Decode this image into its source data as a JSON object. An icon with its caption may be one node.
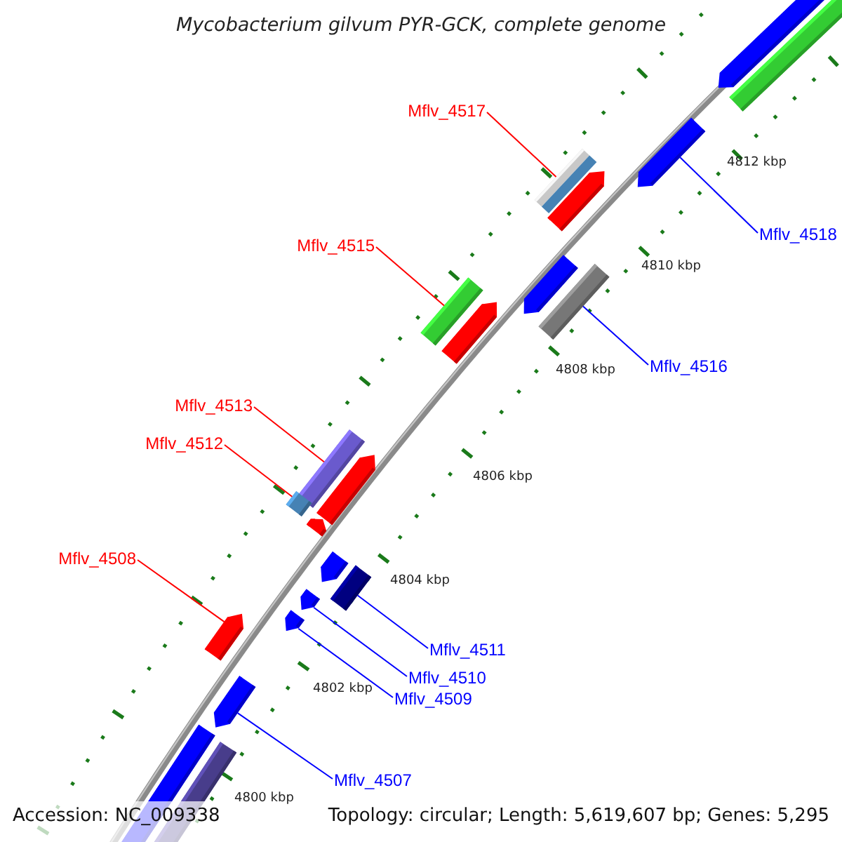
{
  "diagram": {
    "title": "Mycobacterium gilvum PYR-GCK, complete genome",
    "nodes": [
      {
        "text": [
          "Mflv_4517"
        ]
      },
      {
        "text": [
          "Mflv_4518"
        ]
      },
      {
        "text": [
          "Mflv_4515"
        ]
      },
      {
        "text": [
          "Mflv_4516"
        ]
      },
      {
        "text": [
          "Mflv_4513"
        ]
      },
      {
        "text": [
          "Mflv_4512"
        ]
      },
      {
        "text": [
          "Mflv_4508"
        ]
      },
      {
        "text": [
          "Mflv_4511"
        ]
      },
      {
        "text": [
          "Mflv_4510"
        ]
      },
      {
        "text": [
          "Mflv_4509"
        ]
      },
      {
        "text": [
          "Mflv_4507"
        ]
      },
      {
        "text": [],
        "shape": "bar"
      },
      {
        "text": [],
        "shape": "arrow"
      },
      {
        "text": [],
        "shape": "bar"
      },
      {
        "text": [],
        "shape": "bar"
      },
      {
        "text": [],
        "shape": "bar"
      },
      {
        "text": [],
        "shape": "bar"
      },
      {
        "text": [],
        "shape": "arrow"
      },
      {
        "text": [],
        "shape": "bar"
      },
      {
        "text": [],
        "shape": "arrow"
      },
      {
        "text": [],
        "shape": "arrow"
      },
      {
        "text": [],
        "shape": "arrow"
      }
    ],
    "edges": [
      {
        "from": 0,
        "to": 11,
        "arrow": "none",
        "color": "#ff0000"
      },
      {
        "from": 1,
        "to": 12,
        "arrow": "none"
      },
      {
        "from": 2,
        "to": 13,
        "arrow": "none",
        "color": "#ff0000"
      },
      {
        "from": 3,
        "to": 14,
        "arrow": "none"
      },
      {
        "from": 4,
        "to": 15,
        "arrow": "none",
        "color": "#ff0000"
      },
      {
        "from": 5,
        "to": 16,
        "arrow": "none",
        "color": "#ff0000"
      },
      {
        "from": 6,
        "to": 17,
        "arrow": "none",
        "color": "#ff0000"
      },
      {
        "from": 7,
        "to": 18,
        "arrow": "none"
      },
      {
        "from": 8,
        "to": 19,
        "arrow": "none"
      },
      {
        "from": 9,
        "to": 20,
        "arrow": "none"
      },
      {
        "from": 10,
        "to": 21,
        "arrow": "none"
      }
    ],
    "labels": [
      "4812 kbp",
      "4810 kbp",
      "4808 kbp",
      "4806 kbp",
      "4804 kbp",
      "4802 kbp",
      "4800 kbp",
      "Accession: NC_009338",
      "Topology: circular; Length: 5,619,607 bp; Genes: 5,295"
    ]
  }
}
